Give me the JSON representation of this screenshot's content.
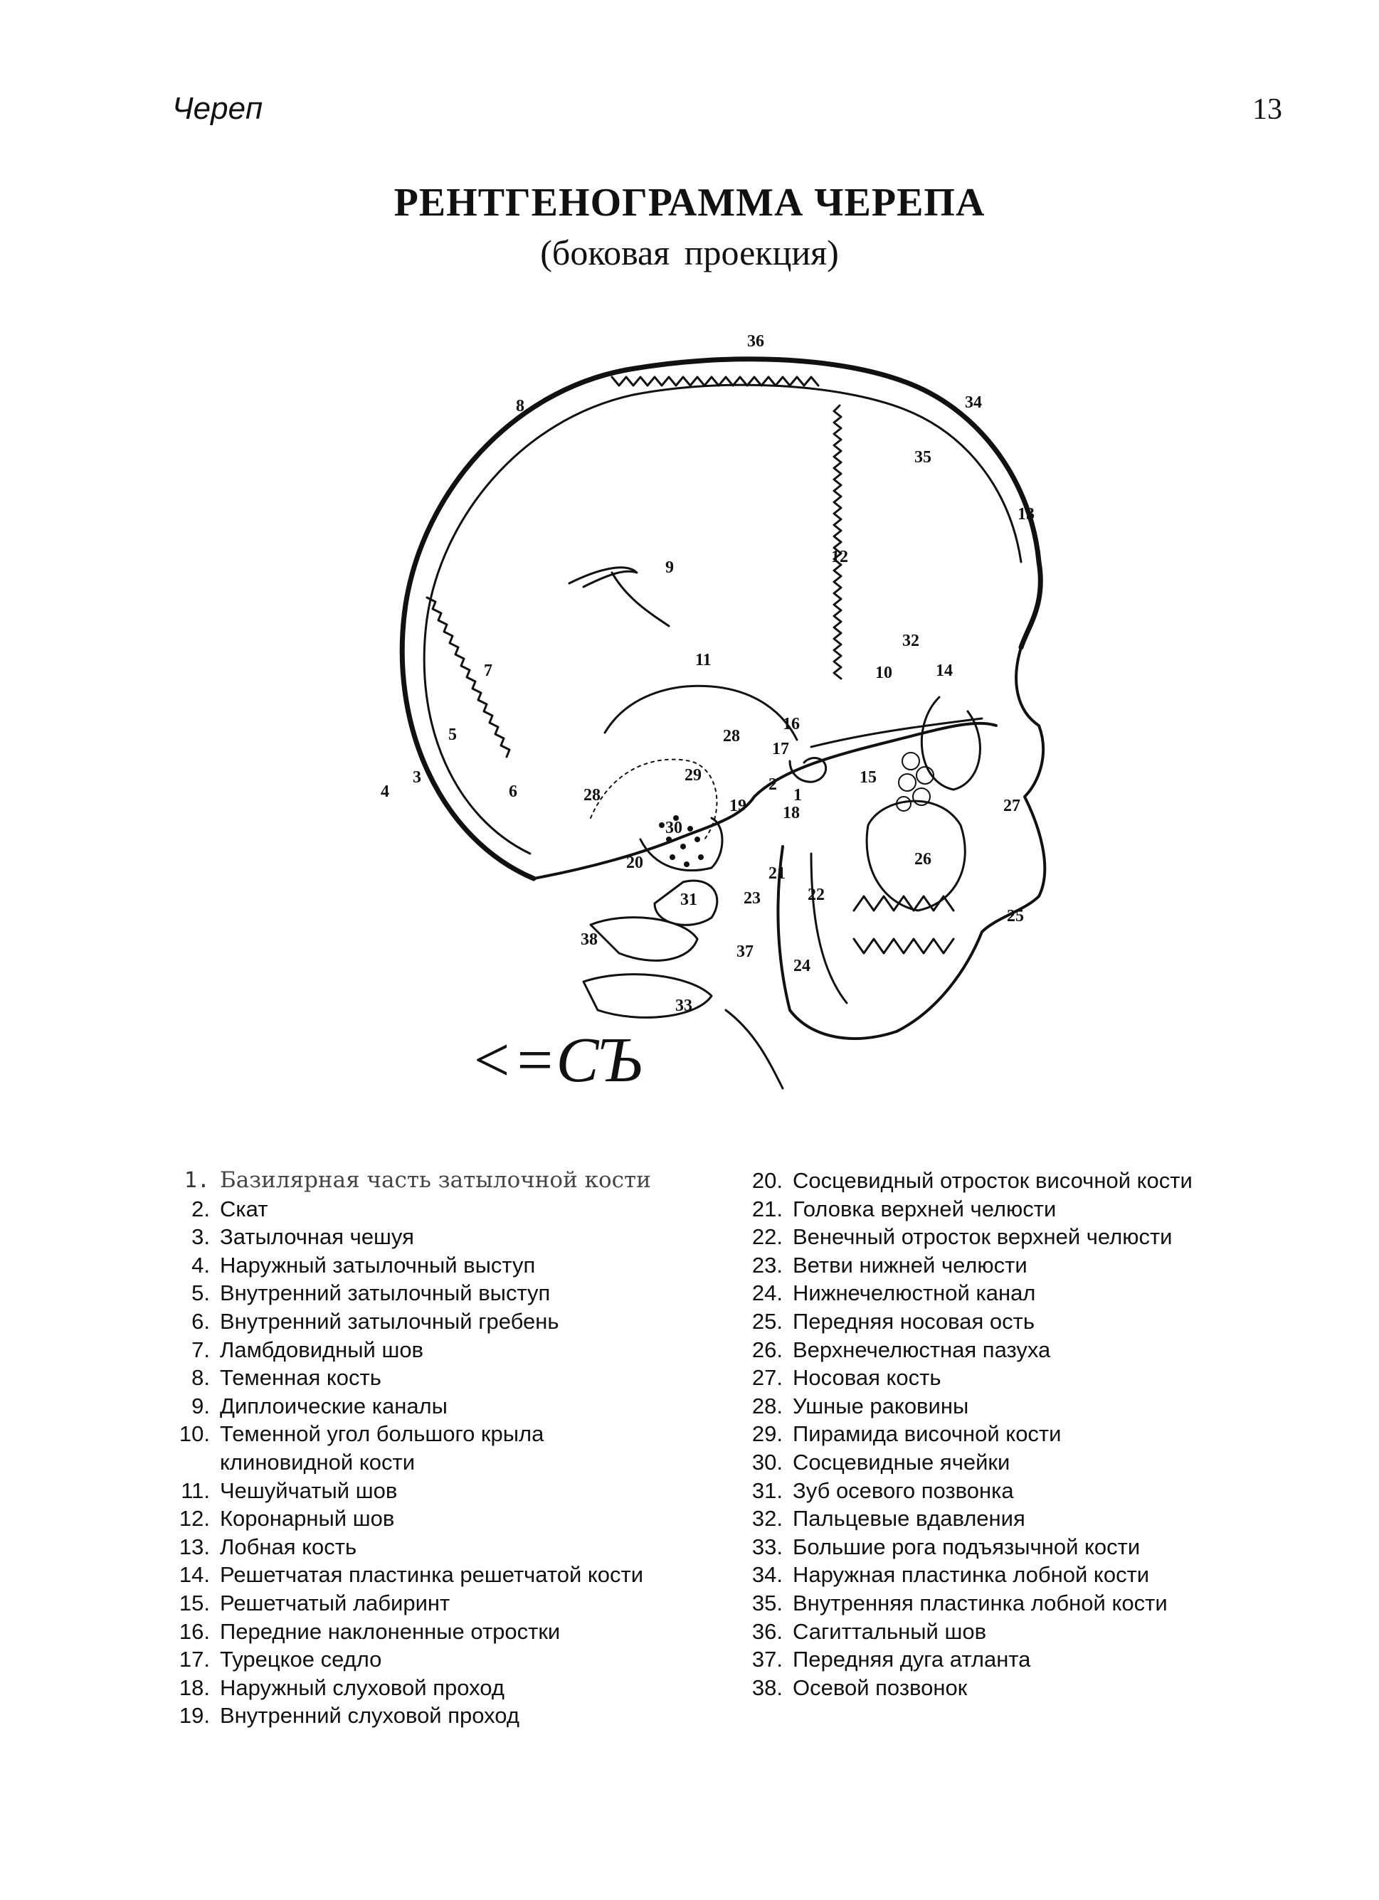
{
  "header": {
    "section": "Череп",
    "page_number": "13"
  },
  "title": "РЕНТГЕНОГРАММА ЧЕРЕПА",
  "subtitle": "(боковая проекция)",
  "figure": {
    "callouts": [
      "1",
      "2",
      "3",
      "4",
      "5",
      "6",
      "7",
      "8",
      "9",
      "10",
      "11",
      "12",
      "13",
      "14",
      "15",
      "16",
      "17",
      "18",
      "19",
      "20",
      "21",
      "22",
      "23",
      "24",
      "25",
      "26",
      "27",
      "28",
      "28",
      "29",
      "30",
      "31",
      "32",
      "33",
      "34",
      "35",
      "36",
      "37",
      "38"
    ],
    "signature_mark": "<=СЪ"
  },
  "legend": {
    "left": [
      {
        "num": "1.",
        "text": "Базилярная часть затылочной кости"
      },
      {
        "num": "2.",
        "text": "Скат"
      },
      {
        "num": "3.",
        "text": "Затылочная чешуя"
      },
      {
        "num": "4.",
        "text": "Наружный затылочный выступ"
      },
      {
        "num": "5.",
        "text": "Внутренний затылочный выступ"
      },
      {
        "num": "6.",
        "text": "Внутренний затылочный гребень"
      },
      {
        "num": "7.",
        "text": "Ламбдовидный шов"
      },
      {
        "num": "8.",
        "text": "Теменная кость"
      },
      {
        "num": "9.",
        "text": "Диплоические каналы"
      },
      {
        "num": "10.",
        "text": "Теменной угол большого крыла клиновидной кости"
      },
      {
        "num": "11.",
        "text": "Чешуйчатый шов"
      },
      {
        "num": "12.",
        "text": "Коронарный шов"
      },
      {
        "num": "13.",
        "text": "Лобная кость"
      },
      {
        "num": "14.",
        "text": "Решетчатая пластинка решетчатой кости"
      },
      {
        "num": "15.",
        "text": "Решетчатый лабиринт"
      },
      {
        "num": "16.",
        "text": "Передние наклоненные отростки"
      },
      {
        "num": "17.",
        "text": "Турецкое седло"
      },
      {
        "num": "18.",
        "text": "Наружный слуховой проход"
      },
      {
        "num": "19.",
        "text": "Внутренний слуховой проход"
      }
    ],
    "right": [
      {
        "num": "20.",
        "text": "Сосцевидный отросток височной кости"
      },
      {
        "num": "21.",
        "text": "Головка верхней челюсти"
      },
      {
        "num": "22.",
        "text": "Венечный отросток верхней челюсти"
      },
      {
        "num": "23.",
        "text": "Ветви нижней челюсти"
      },
      {
        "num": "24.",
        "text": "Нижнечелюстной канал"
      },
      {
        "num": "25.",
        "text": "Передняя носовая ость"
      },
      {
        "num": "26.",
        "text": "Верхнечелюстная пазуха"
      },
      {
        "num": "27.",
        "text": "Носовая кость"
      },
      {
        "num": "28.",
        "text": "Ушные раковины"
      },
      {
        "num": "29.",
        "text": "Пирамида височной кости"
      },
      {
        "num": "30.",
        "text": "Сосцевидные ячейки"
      },
      {
        "num": "31.",
        "text": "Зуб осевого позвонка"
      },
      {
        "num": "32.",
        "text": "Пальцевые вдавления"
      },
      {
        "num": "33.",
        "text": "Большие рога подъязычной кости"
      },
      {
        "num": "34.",
        "text": "Наружная пластинка лобной кости"
      },
      {
        "num": "35.",
        "text": "Внутренняя пластинка лобной кости"
      },
      {
        "num": "36.",
        "text": "Сагиттальный шов"
      },
      {
        "num": "37.",
        "text": "Передняя дуга атланта"
      },
      {
        "num": "38.",
        "text": "Осевой позвонок"
      }
    ]
  }
}
